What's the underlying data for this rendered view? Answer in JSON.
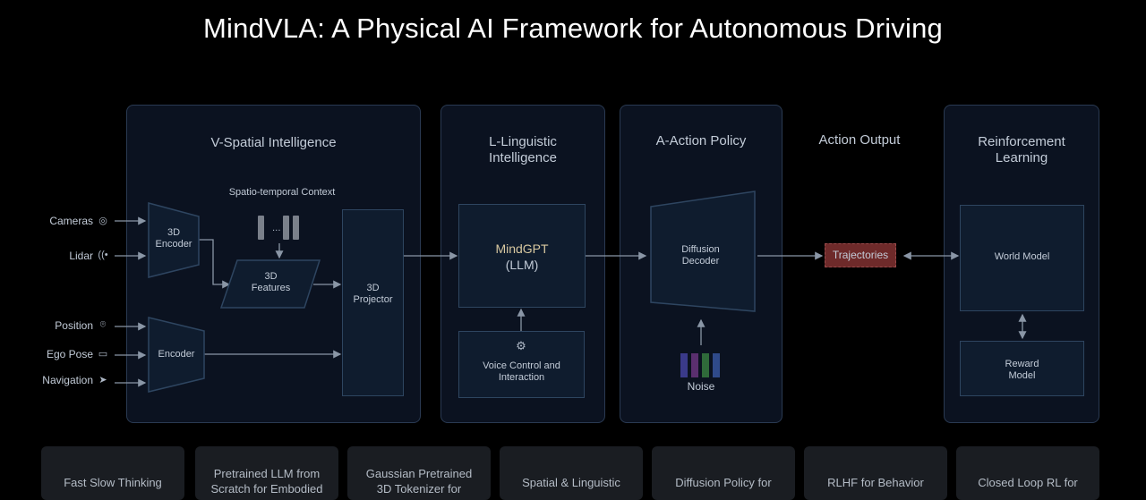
{
  "title": "MindVLA: A Physical AI Framework for Autonomous Driving",
  "panels": {
    "spatial": "V-Spatial Intelligence",
    "linguistic": "L-Linguistic\nIntelligence",
    "action": "A-Action Policy",
    "output": "Action Output",
    "rl": "Reinforcement\nLearning"
  },
  "inputs": {
    "cameras": "Cameras",
    "lidar": "Lidar",
    "position": "Position",
    "ego_pose": "Ego Pose",
    "navigation": "Navigation"
  },
  "blocks": {
    "encoder_3d": "3D\nEncoder",
    "encoder": "Encoder",
    "context": "Spatio-temporal Context",
    "features_3d": "3D\nFeatures",
    "projector_3d": "3D\nProjector",
    "mindgpt": "MindGPT",
    "llm": "(LLM)",
    "voice": "Voice Control and\nInteraction",
    "diffusion": "Diffusion\nDecoder",
    "noise": "Noise",
    "trajectories": "Trajectories",
    "world_model": "World Model",
    "reward_model": "Reward\nModel"
  },
  "chips": [
    "Fast Slow Thinking",
    "Pretrained LLM from\nScratch for Embodied",
    "Gaussian Pretrained\n3D Tokenizer for",
    "Spatial & Linguistic",
    "Diffusion Policy for",
    "RLHF for Behavior",
    "Closed Loop RL for"
  ],
  "colors": {
    "background": "#000000",
    "panel": "#0b1220",
    "trajectory_fill": "#6e2a2a",
    "noise": [
      "#3a3a8a",
      "#5a2f6e",
      "#2f6a3a",
      "#2f4a8a",
      "#7a2f3a"
    ]
  },
  "icons": {
    "cameras": "camera-icon",
    "lidar": "lidar-icon",
    "position": "location-pin-icon",
    "ego_pose": "car-icon",
    "navigation": "navigation-arrow-icon",
    "voice": "robot-arm-icon"
  }
}
